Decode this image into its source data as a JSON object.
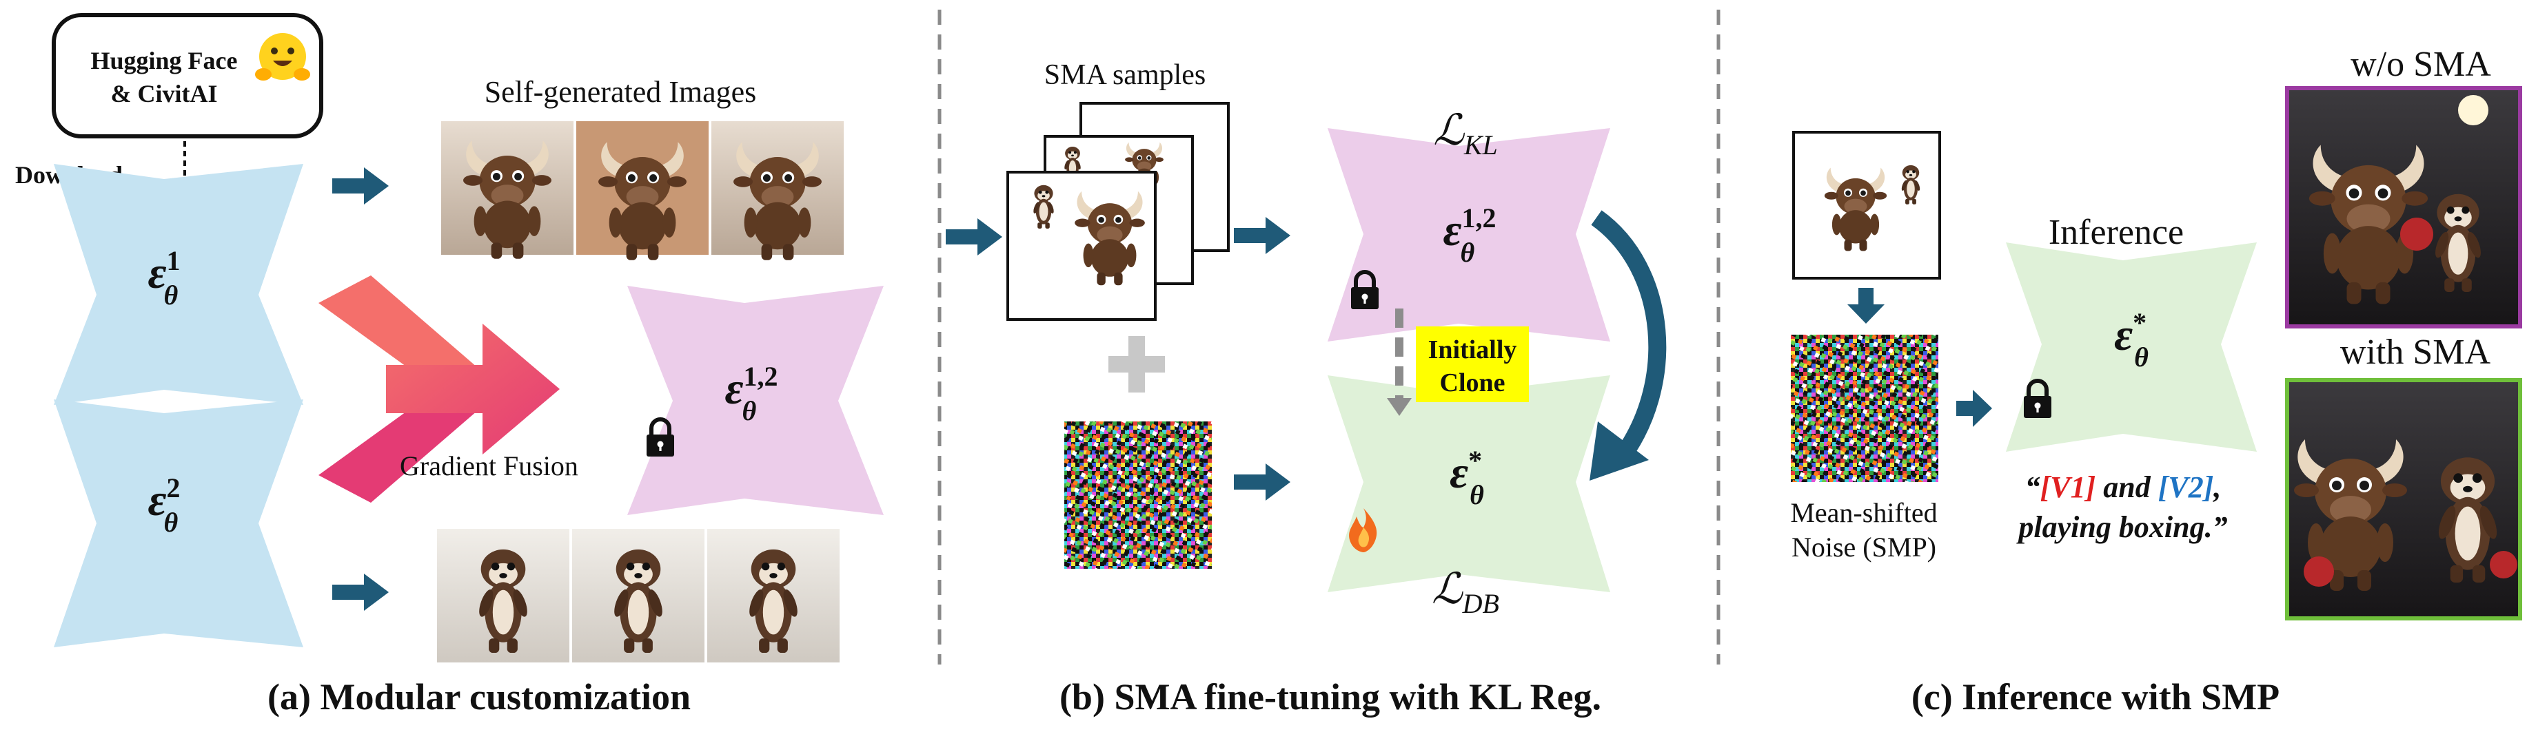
{
  "panel_a": {
    "source_line1": "Hugging Face",
    "source_line2": "& CivitAI",
    "download_label": "Download",
    "self_generated_label": "Self-generated Images",
    "gradient_fusion_label": "Gradient Fusion",
    "model1_symbol": "ε",
    "model1_sup": "1",
    "model1_sub": "θ",
    "model2_symbol": "ε",
    "model2_sup": "2",
    "model2_sub": "θ",
    "fused_symbol": "ε",
    "fused_sup": "1,2",
    "fused_sub": "θ",
    "caption": "(a) Modular customization"
  },
  "panel_b": {
    "sma_samples_label": "SMA samples",
    "loss_kl_prefix": "ℒ",
    "loss_kl_sub": "KL",
    "loss_db_prefix": "ℒ",
    "loss_db_sub": "DB",
    "teacher_symbol": "ε",
    "teacher_sup": "1,2",
    "teacher_sub": "θ",
    "student_symbol": "ε",
    "student_sup": "*",
    "student_sub": "θ",
    "initially_clone_line1": "Initially",
    "initially_clone_line2": "Clone",
    "caption": "(b) SMA fine-tuning with KL Reg."
  },
  "panel_c": {
    "noise_label_line1": "Mean-shifted",
    "noise_label_line2": "Noise (SMP)",
    "inference_label": "Inference",
    "model_symbol": "ε",
    "model_sup": "*",
    "model_sub": "θ",
    "prompt_open": "“",
    "prompt_v1": "[V1]",
    "prompt_and": " and ",
    "prompt_v2": "[V2]",
    "prompt_comma": ",",
    "prompt_line2": "playing boxing.”",
    "without_label": "w/o SMA",
    "with_label": "with SMA",
    "caption": "(c) Inference with SMP"
  },
  "colors": {
    "blue_model": "#c5e3f2",
    "pink_model": "#eccdea",
    "green_model": "#dff1d8",
    "arrow": "#1f5a78",
    "fusion_light": "#f46f6b",
    "fusion_dark": "#e43b74",
    "divider": "#8a8a8a",
    "highlight": "#ffff00",
    "v1": "#e02020",
    "v2": "#1f74c4",
    "frame_without": "#9b3aa1",
    "frame_with": "#6fbf3a"
  },
  "icons": [
    "hugging-face-icon",
    "lock-icon",
    "fire-icon",
    "plus-icon",
    "arrow-icon"
  ]
}
